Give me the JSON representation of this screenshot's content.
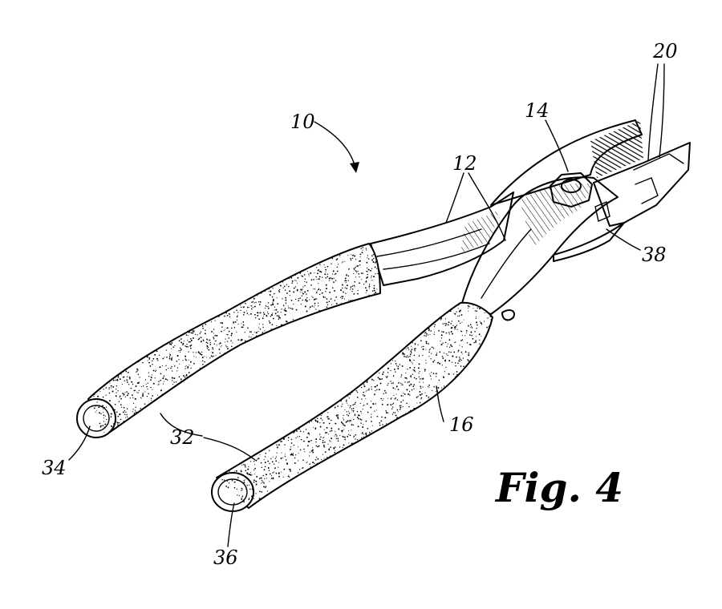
{
  "figure_title": "Fig. 4",
  "labels": {
    "ref_10": "10",
    "ref_12": "12",
    "ref_14": "14",
    "ref_16": "16",
    "ref_20": "20",
    "ref_32": "32",
    "ref_34": "34",
    "ref_36": "36",
    "ref_38": "38"
  }
}
